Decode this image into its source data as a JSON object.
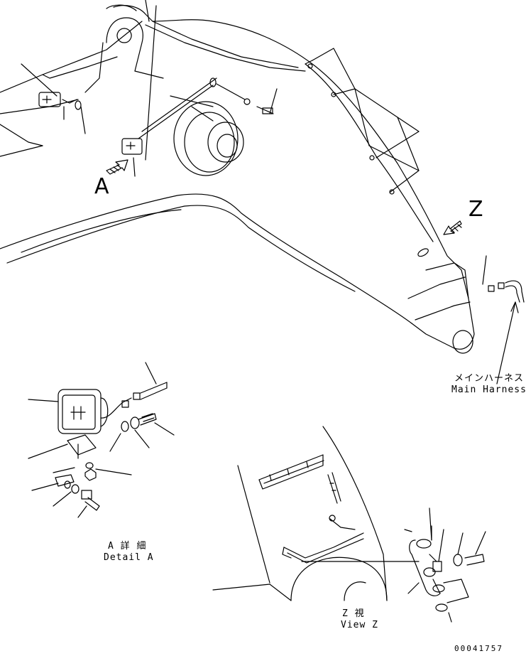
{
  "labels": {
    "view_a_letter": "A",
    "view_z_letter": "Z",
    "main_harness_jp": "メインハーネス",
    "main_harness_en": "Main Harness",
    "detail_a_jp": "A 詳 細",
    "detail_a_en": "Detail A",
    "view_z_jp": "Z 視",
    "view_z_en": "View Z",
    "drawing_number": "00041757"
  },
  "colors": {
    "line": "#000000",
    "background": "#ffffff"
  },
  "icons": {
    "view_arrow": "hatched-arrow-icon"
  }
}
